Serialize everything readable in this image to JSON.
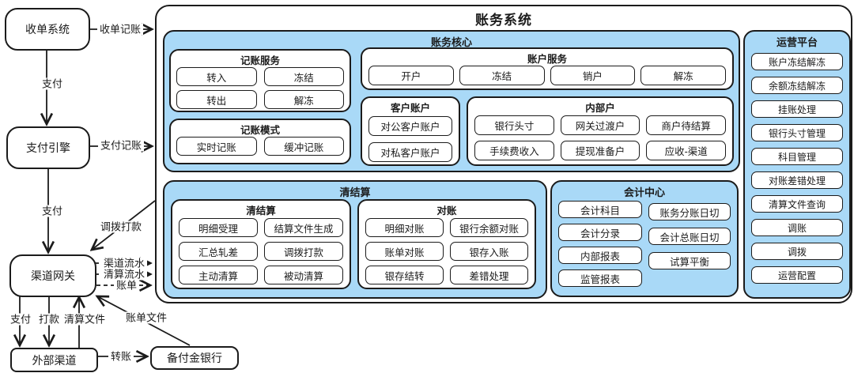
{
  "colors": {
    "panel_fill": "#a9d9f7",
    "stroke": "#1b1b1b",
    "background": "#ffffff"
  },
  "diagram": {
    "nodes": {
      "acquiring": "收单系统",
      "payment_engine": "支付引擎",
      "channel_gateway": "渠道网关",
      "external_channel": "外部渠道",
      "reserve_bank": "备付金银行"
    },
    "edge_labels": {
      "acquire_booking": "收单记账",
      "pay_to_engine": "支付",
      "pay_booking": "支付记账",
      "pay_to_gateway": "支付",
      "allocate_payout": "调拨打款",
      "channel_flow": "渠道流水",
      "clearing_flow": "清算流水",
      "bill": "账单",
      "pay_to_external": "支付",
      "payout": "打款",
      "clearing_file": "清算文件",
      "bill_file": "账单文件",
      "transfer": "转账"
    },
    "system": {
      "title": "账务系统",
      "core": {
        "title": "账务核心",
        "booking_service": {
          "title": "记账服务",
          "items": [
            "转入",
            "冻结",
            "转出",
            "解冻"
          ]
        },
        "booking_mode": {
          "title": "记账模式",
          "items": [
            "实时记账",
            "缓冲记账"
          ]
        },
        "account_service": {
          "title": "账户服务",
          "items": [
            "开户",
            "冻结",
            "销户",
            "解冻"
          ]
        },
        "customer_account": {
          "title": "客户账户",
          "items": [
            "对公客户账户",
            "对私客户账户"
          ]
        },
        "internal_account": {
          "title": "内部户",
          "items": [
            "银行头寸",
            "网关过渡户",
            "商户待结算",
            "手续费收入",
            "提现准备户",
            "应收-渠道"
          ]
        }
      },
      "clearing_settlement": {
        "title": "清结算",
        "clearing": {
          "title": "清结算",
          "items": [
            "明细受理",
            "结算文件生成",
            "汇总轧差",
            "调拨打款",
            "主动清算",
            "被动清算"
          ]
        },
        "reconciliation": {
          "title": "对账",
          "items": [
            "明细对账",
            "银行余额对账",
            "账单对账",
            "银存入账",
            "银存结转",
            "差错处理"
          ]
        }
      },
      "accounting_center": {
        "title": "会计中心",
        "items_left": [
          "会计科目",
          "会计分录",
          "内部报表",
          "监管报表"
        ],
        "items_right": [
          "账务分账日切",
          "会计总账日切",
          "试算平衡"
        ]
      },
      "operation_platform": {
        "title": "运营平台",
        "items": [
          "账户冻结解冻",
          "余额冻结解冻",
          "挂账处理",
          "银行头寸管理",
          "科目管理",
          "对账差错处理",
          "清算文件查询",
          "调账",
          "调拨",
          "运营配置"
        ]
      }
    }
  }
}
